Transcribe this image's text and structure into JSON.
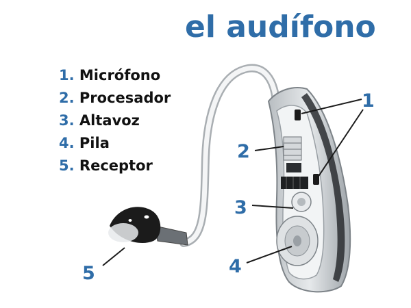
{
  "title": "el audífono",
  "legend": [
    {
      "num": "1.",
      "label": "Micrófono"
    },
    {
      "num": "2.",
      "label": "Procesador"
    },
    {
      "num": "3.",
      "label": "Altavoz"
    },
    {
      "num": "4.",
      "label": "Pila"
    },
    {
      "num": "5.",
      "label": "Receptor"
    }
  ],
  "callouts": {
    "c1": "1",
    "c2": "2",
    "c3": "3",
    "c4": "4",
    "c5": "5"
  },
  "colors": {
    "accent": "#2f6da8",
    "text": "#111111",
    "body": "#cfd3d6",
    "dark": "#1b1b1b"
  }
}
